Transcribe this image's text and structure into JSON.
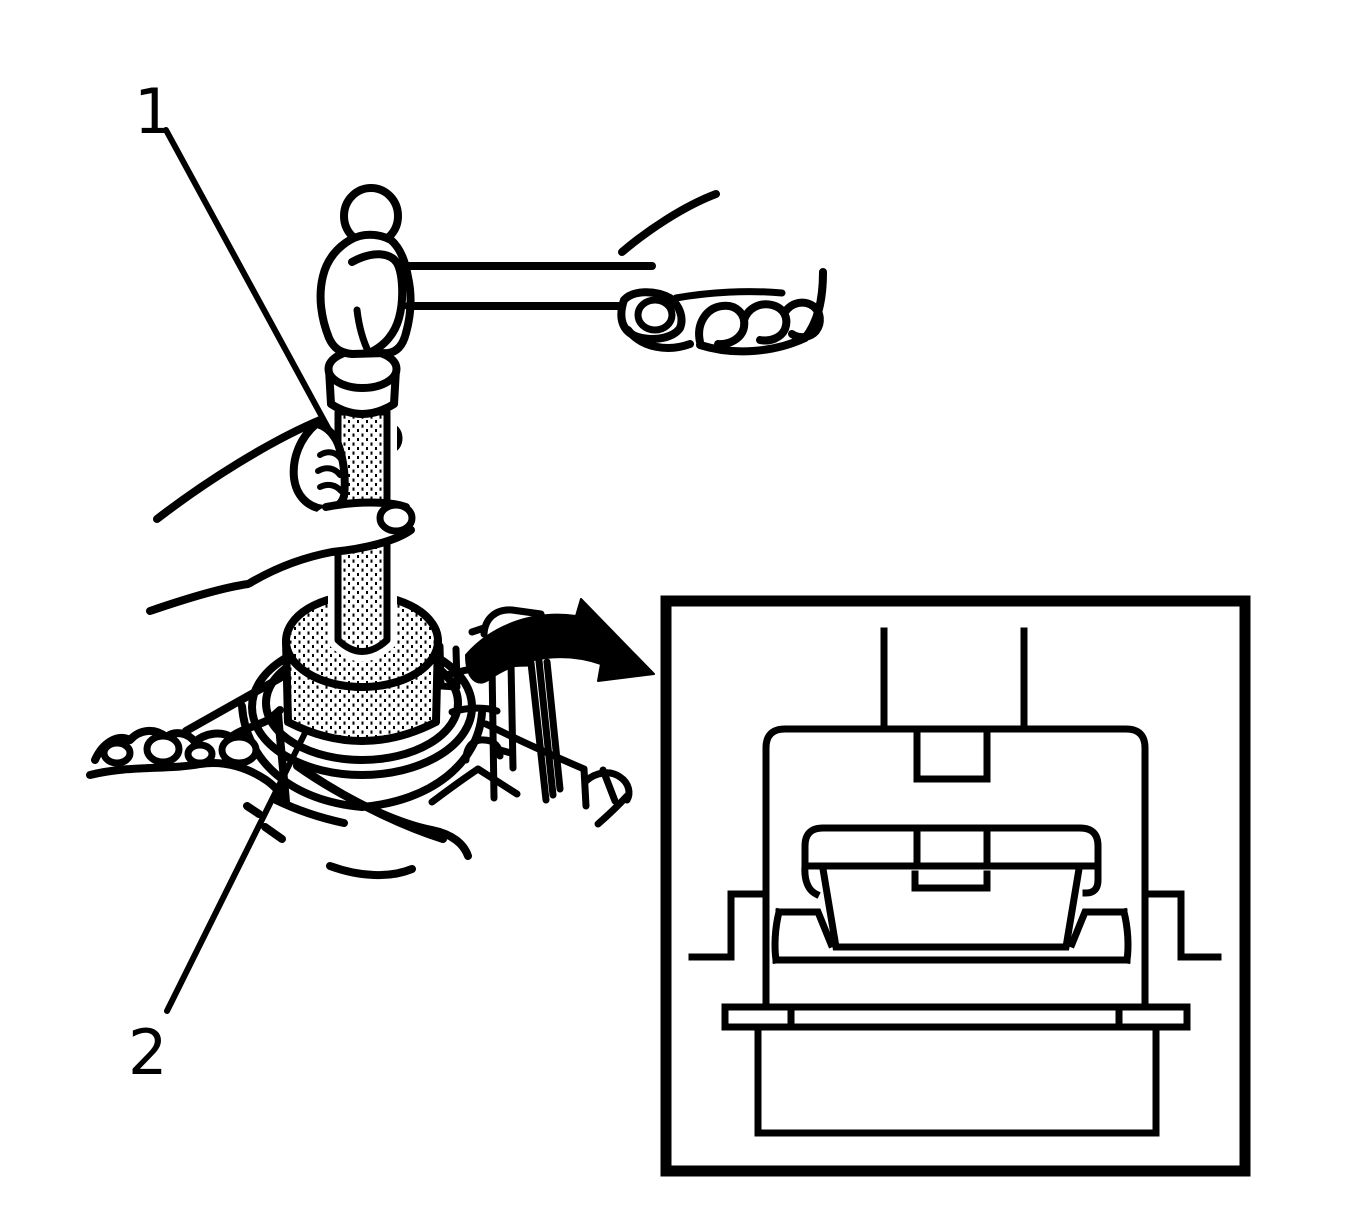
{
  "figure": {
    "type": "technical-line-illustration",
    "background_color": "#ffffff",
    "line_color": "#000000",
    "callouts": [
      {
        "label": "1"
      },
      {
        "label": "2"
      }
    ]
  }
}
